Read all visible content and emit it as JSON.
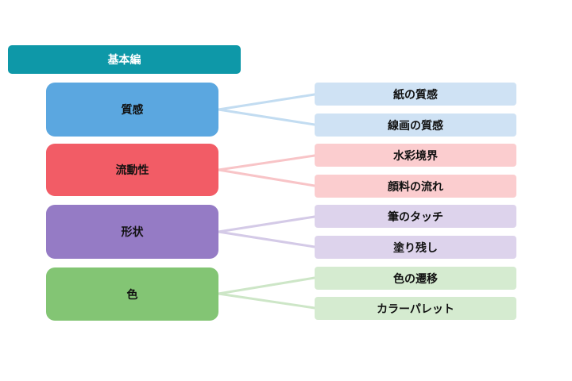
{
  "header": {
    "title": "基本編",
    "color": "#0e98a8"
  },
  "groups": [
    {
      "label": "質感",
      "color": "#5ba7e0",
      "light_color": "#cfe2f4",
      "line_color": "#c2dcf1",
      "items": [
        "紙の質感",
        "線画の質感"
      ]
    },
    {
      "label": "流動性",
      "color": "#f25c66",
      "light_color": "#fbcdcf",
      "line_color": "#f8c4c7",
      "items": [
        "水彩境界",
        "顔料の流れ"
      ]
    },
    {
      "label": "形状",
      "color": "#957bc5",
      "light_color": "#ddd3ec",
      "line_color": "#d4cae7",
      "items": [
        "筆のタッチ",
        "塗り残し"
      ]
    },
    {
      "label": "色",
      "color": "#83c574",
      "light_color": "#d5ebd0",
      "line_color": "#cde6c7",
      "items": [
        "色の遷移",
        "カラーパレット"
      ]
    }
  ]
}
